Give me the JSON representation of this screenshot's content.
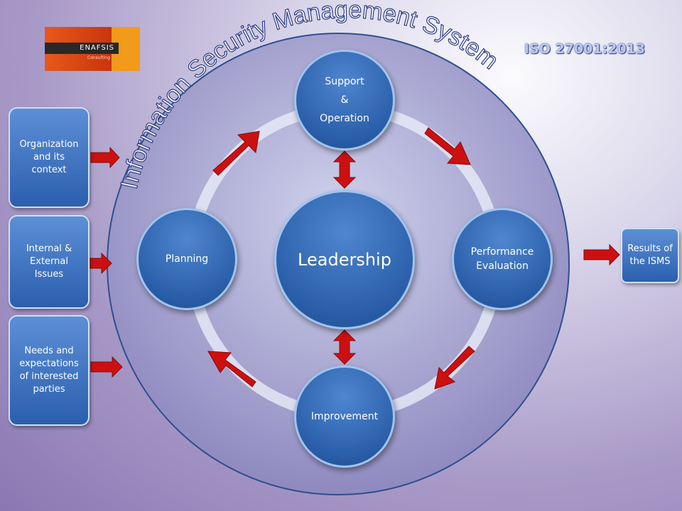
{
  "title": "Information Security Management System",
  "standard": "ISO 27001:2013",
  "logo": {
    "name": "ENAFSIS",
    "tagline": "Consulting"
  },
  "inputs": [
    {
      "lines": [
        "Organization",
        "and its",
        "context"
      ]
    },
    {
      "lines": [
        "Internal &",
        "External",
        "Issues"
      ]
    },
    {
      "lines": [
        "Needs and",
        "expectations",
        "of interested",
        "parties"
      ]
    }
  ],
  "output": {
    "lines": [
      "Results of",
      "the ISMS"
    ]
  },
  "cycle": {
    "center": "Leadership",
    "support": [
      "Support",
      "&",
      "Operation"
    ],
    "performance": [
      "Performance",
      "Evaluation"
    ],
    "improvement": "Improvement",
    "planning": "Planning"
  },
  "colors": {
    "node": "#2a5ea9",
    "arrow": "#cc1010"
  }
}
